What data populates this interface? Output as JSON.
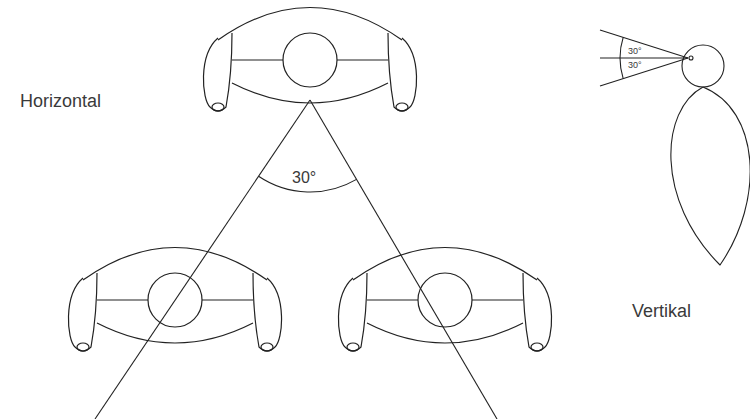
{
  "diagram": {
    "labels": [
      "Horizontal",
      "30°",
      "30°",
      "30°",
      "Vertikal"
    ]
  }
}
